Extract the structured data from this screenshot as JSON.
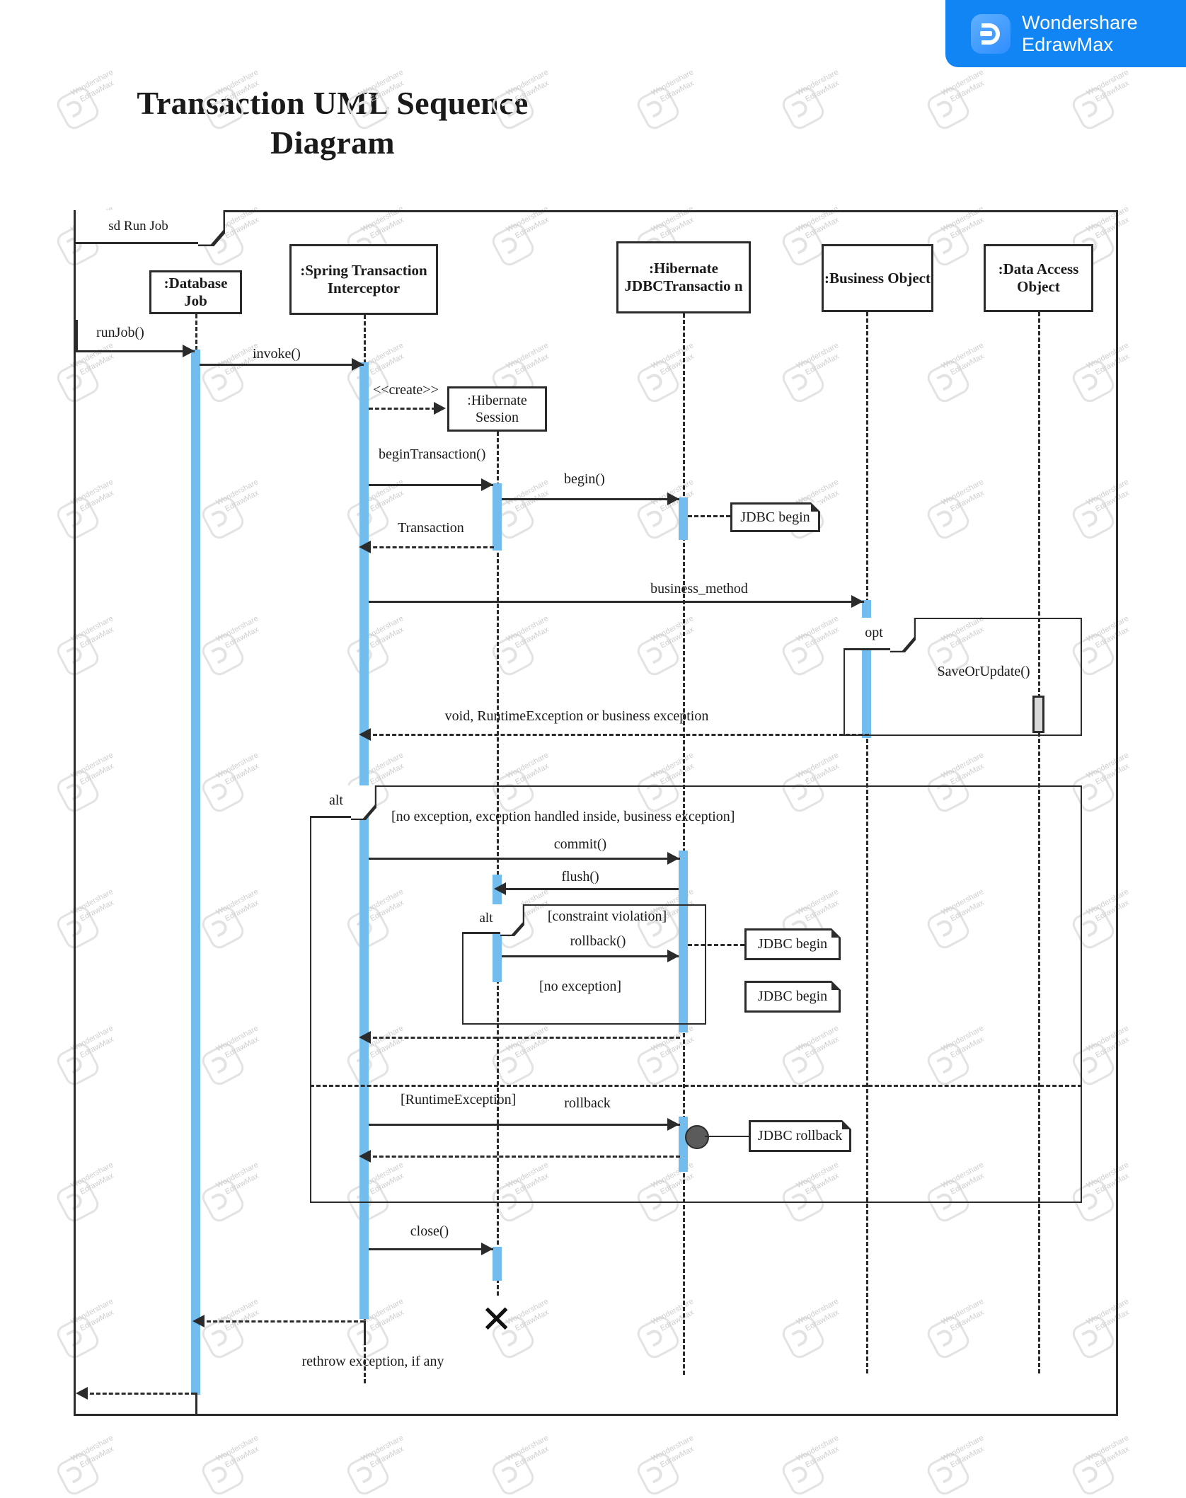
{
  "brand": {
    "line1": "Wondershare",
    "line2": "EdrawMax",
    "icon": "edrawmax-logo-icon",
    "color": "#1285f5"
  },
  "title": "Transaction UML Sequence Diagram",
  "frame": {
    "label": "sd Run Job"
  },
  "participants": [
    {
      "id": "db-job",
      "label": ":Database Job"
    },
    {
      "id": "spring-tx",
      "label": ":Spring Transaction Interceptor"
    },
    {
      "id": "hib-jdbc-tx",
      "label": ":Hibernate JDBCTransactio n"
    },
    {
      "id": "business-object",
      "label": ":Business Object"
    },
    {
      "id": "data-access-object",
      "label": ":Data Access Object"
    }
  ],
  "created_object": {
    "label": ":Hibernate Session",
    "stereotype": "<<create>>"
  },
  "messages": [
    {
      "id": "run-job",
      "label": "runJob()"
    },
    {
      "id": "invoke",
      "label": "invoke()"
    },
    {
      "id": "begin-transaction",
      "label": "beginTransaction()"
    },
    {
      "id": "begin",
      "label": "begin()"
    },
    {
      "id": "transaction-return",
      "label": "Transaction"
    },
    {
      "id": "business-method",
      "label": "business_method"
    },
    {
      "id": "save-or-update",
      "label": "SaveOrUpdate()"
    },
    {
      "id": "void-return",
      "label": "void, RuntimeException or business exception"
    },
    {
      "id": "commit",
      "label": "commit()"
    },
    {
      "id": "flush",
      "label": "flush()"
    },
    {
      "id": "rollback-paren",
      "label": "rollback()"
    },
    {
      "id": "rollback",
      "label": "rollback"
    },
    {
      "id": "close",
      "label": "close()"
    },
    {
      "id": "rethrow",
      "label": "rethrow exception, if any"
    }
  ],
  "fragments": [
    {
      "id": "opt-fragment",
      "operator": "opt"
    },
    {
      "id": "alt-outer-fragment",
      "operator": "alt",
      "guards": [
        "[no exception, exception handled inside, business exception]",
        "[RuntimeException]"
      ]
    },
    {
      "id": "alt-inner-fragment",
      "operator": "alt",
      "guards": [
        "[constraint violation]",
        "[no exception]"
      ]
    }
  ],
  "notes": [
    {
      "id": "note-jdbc-begin-1",
      "label": "JDBC begin"
    },
    {
      "id": "note-jdbc-begin-2",
      "label": "JDBC begin"
    },
    {
      "id": "note-jdbc-begin-3",
      "label": "JDBC begin"
    },
    {
      "id": "note-jdbc-rollback",
      "label": "JDBC rollback"
    }
  ],
  "colors": {
    "activation": "#73bdee",
    "line": "#2b2b2b",
    "dao_activation": "#d9d9d9"
  },
  "watermark": {
    "line1": "Wondershare",
    "line2": "EdrawMax"
  }
}
